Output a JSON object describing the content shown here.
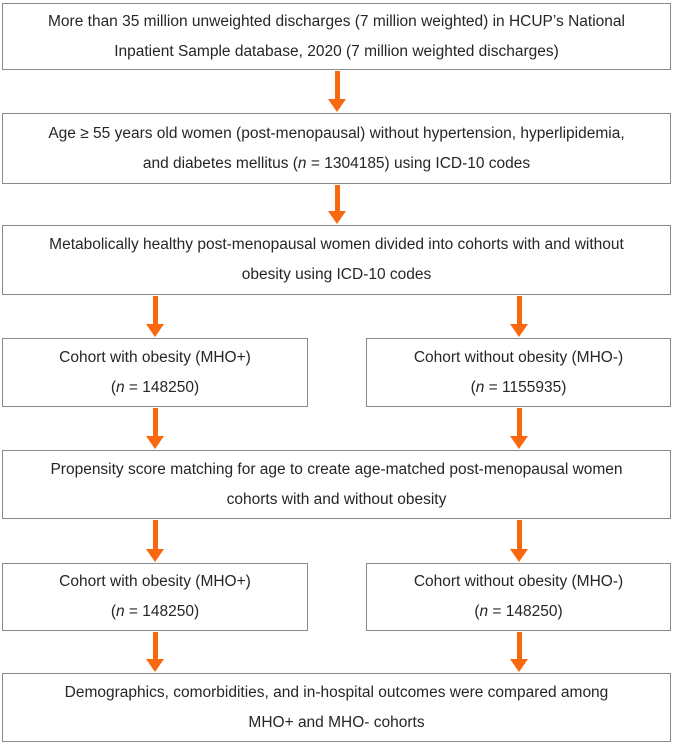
{
  "colors": {
    "arrow": "#F8690F",
    "box_border": "#8A8A8A",
    "text": "#262626",
    "background": "#FFFFFF"
  },
  "flowchart": {
    "description": "Study cohort selection flowchart",
    "boxes": [
      {
        "id": "nis-database",
        "lines": [
          [
            {
              "text": "More than 35 million unweighted discharges (7 million weighted) in HCUP’s National"
            }
          ],
          [
            {
              "text": "Inpatient Sample database, 2020 (7 million weighted discharges)"
            }
          ]
        ]
      },
      {
        "id": "age-criteria",
        "lines": [
          [
            {
              "text": "Age ≥ 55 years old women (post-menopausal) without hypertension, hyperlipidemia,"
            }
          ],
          [
            {
              "text": "and diabetes mellitus ("
            },
            {
              "text": "n",
              "italic": true
            },
            {
              "text": " = 1304185) using ICD-10 codes"
            }
          ]
        ]
      },
      {
        "id": "cohort-division",
        "lines": [
          [
            {
              "text": "Metabolically healthy post-menopausal women divided into cohorts with and without"
            }
          ],
          [
            {
              "text": "obesity using ICD-10 codes"
            }
          ]
        ]
      },
      {
        "id": "mho-plus-initial",
        "lines": [
          [
            {
              "text": "Cohort with obesity (MHO+)"
            }
          ],
          [
            {
              "text": "("
            },
            {
              "text": "n",
              "italic": true
            },
            {
              "text": " = 148250)"
            }
          ]
        ]
      },
      {
        "id": "mho-minus-initial",
        "lines": [
          [
            {
              "text": "Cohort without obesity (MHO-)"
            }
          ],
          [
            {
              "text": "("
            },
            {
              "text": "n",
              "italic": true
            },
            {
              "text": " = 1155935)"
            }
          ]
        ]
      },
      {
        "id": "propensity-matching",
        "lines": [
          [
            {
              "text": "Propensity score matching for age to create age-matched post-menopausal women"
            }
          ],
          [
            {
              "text": "cohorts with and without obesity"
            }
          ]
        ]
      },
      {
        "id": "mho-plus-matched",
        "lines": [
          [
            {
              "text": "Cohort with obesity (MHO+)"
            }
          ],
          [
            {
              "text": "("
            },
            {
              "text": "n",
              "italic": true
            },
            {
              "text": " = 148250)"
            }
          ]
        ]
      },
      {
        "id": "mho-minus-matched",
        "lines": [
          [
            {
              "text": "Cohort without obesity (MHO-)"
            }
          ],
          [
            {
              "text": "("
            },
            {
              "text": "n",
              "italic": true
            },
            {
              "text": " = 148250)"
            }
          ]
        ]
      },
      {
        "id": "outcomes-comparison",
        "lines": [
          [
            {
              "text": "Demographics, comorbidities, and in-hospital outcomes were compared among"
            }
          ],
          [
            {
              "text": "MHO+ and MHO- cohorts"
            }
          ]
        ]
      }
    ]
  }
}
